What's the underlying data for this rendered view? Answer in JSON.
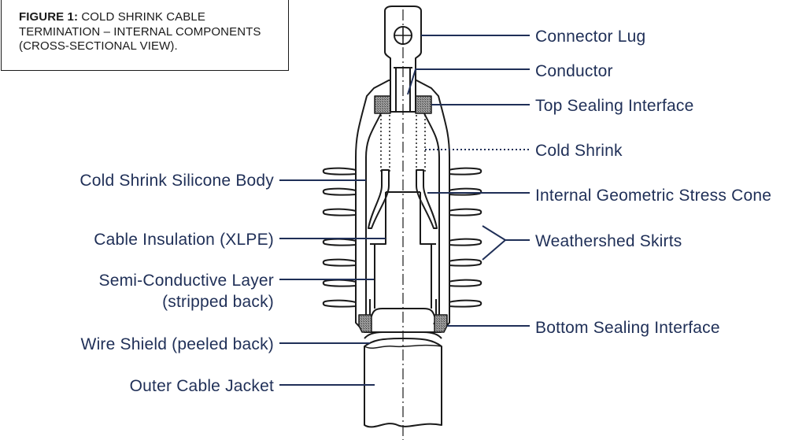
{
  "figure": {
    "number": "FIGURE 1:",
    "caption_line1": "COLD SHRINK CABLE",
    "caption_line2": "TERMINATION – INTERNAL COMPONENTS",
    "caption_line3": "(CROSS-SECTIONAL VIEW)."
  },
  "labels": {
    "connector_lug": "Connector Lug",
    "conductor": "Conductor",
    "top_sealing_interface": "Top Sealing Interface",
    "cold_shrink": "Cold Shrink",
    "internal_stress_cone": "Internal Geometric Stress Cone",
    "weathershed_skirts": "Weathershed Skirts",
    "bottom_sealing_interface": "Bottom Sealing Interface",
    "silicone_body": "Cold Shrink Silicone Body",
    "cable_insulation": "Cable Insulation (XLPE)",
    "semi_conductive_line1": "Semi-Conductive Layer",
    "semi_conductive_line2": "(stripped back)",
    "wire_shield": "Wire Shield (peeled back)",
    "outer_jacket": "Outer Cable Jacket"
  },
  "colors": {
    "line": "#1f2f57",
    "drawing": "#1a1a1a",
    "seal": "#8a8a8a"
  }
}
